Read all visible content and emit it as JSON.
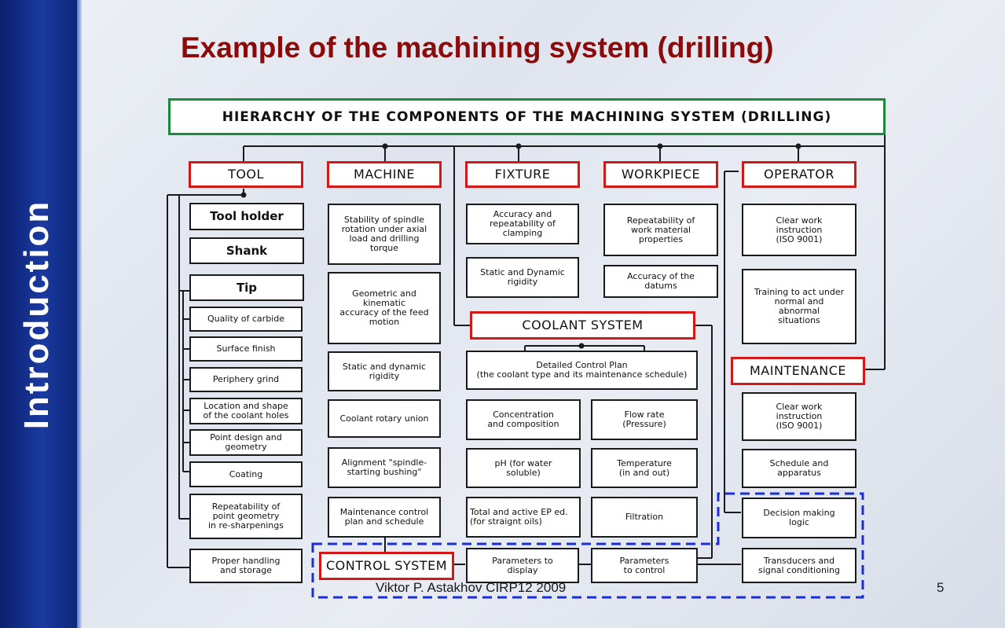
{
  "sidebar_label": "Introduction",
  "slide_title": "Example of the machining system (drilling)",
  "footer": "Viktor P. Astakhov CIRP12 2009",
  "page_number": "5",
  "diagram": {
    "title": "HIERARCHY OF THE COMPONENTS OF THE MACHINING SYSTEM (DRILLING)",
    "tool": {
      "header": "TOOL",
      "items": [
        "Tool holder",
        "Shank",
        "Tip",
        "Quality of carbide",
        "Surface finish",
        "Periphery grind",
        "Location and shape\nof the coolant holes",
        "Point design and\ngeometry",
        "Coating",
        "Repeatability of\npoint geometry\nin re-sharpenings",
        "Proper handling\nand storage"
      ]
    },
    "machine": {
      "header": "MACHINE",
      "items": [
        "Stability of spindle\nrotation under axial\nload and drilling\ntorque",
        "Geometric and\nkinematic\naccuracy of the feed\nmotion",
        "Static and dynamic\nrigidity",
        "Coolant rotary union",
        "Alignment \"spindle-\nstarting bushing\"",
        "Maintenance control\nplan and schedule"
      ]
    },
    "fixture": {
      "header": "FIXTURE",
      "items": [
        "Accuracy and\nrepeatability of\nclamping",
        "Static and Dynamic\nrigidity"
      ]
    },
    "workpiece": {
      "header": "WORKPIECE",
      "items": [
        "Repeatability of\nwork material\nproperties",
        "Accuracy of the\ndatums"
      ]
    },
    "operator": {
      "header": "OPERATOR",
      "items": [
        "Clear work\ninstruction\n(ISO 9001)",
        "Training to act under\nnormal and\nabnormal\nsituations"
      ]
    },
    "coolant": {
      "header": "COOLANT SYSTEM",
      "plan": "Detailed Control Plan\n(the coolant type and its maintenance schedule)",
      "items": [
        "Concentration\nand composition",
        "Flow rate\n(Pressure)",
        "pH (for water\nsoluble)",
        "Temperature\n(in and out)",
        "Total and active EP ed.\n(for straignt oils)",
        "Filtration"
      ]
    },
    "maintenance": {
      "header": "MAINTENANCE",
      "items": [
        "Clear work\ninstruction\n(ISO 9001)",
        "Schedule and\napparatus",
        "Decision making\nlogic",
        "Transducers and\nsignal conditioning"
      ]
    },
    "control": {
      "header": "CONTROL SYSTEM",
      "items": [
        "Parameters to\ndisplay",
        "Parameters\nto control"
      ]
    }
  }
}
